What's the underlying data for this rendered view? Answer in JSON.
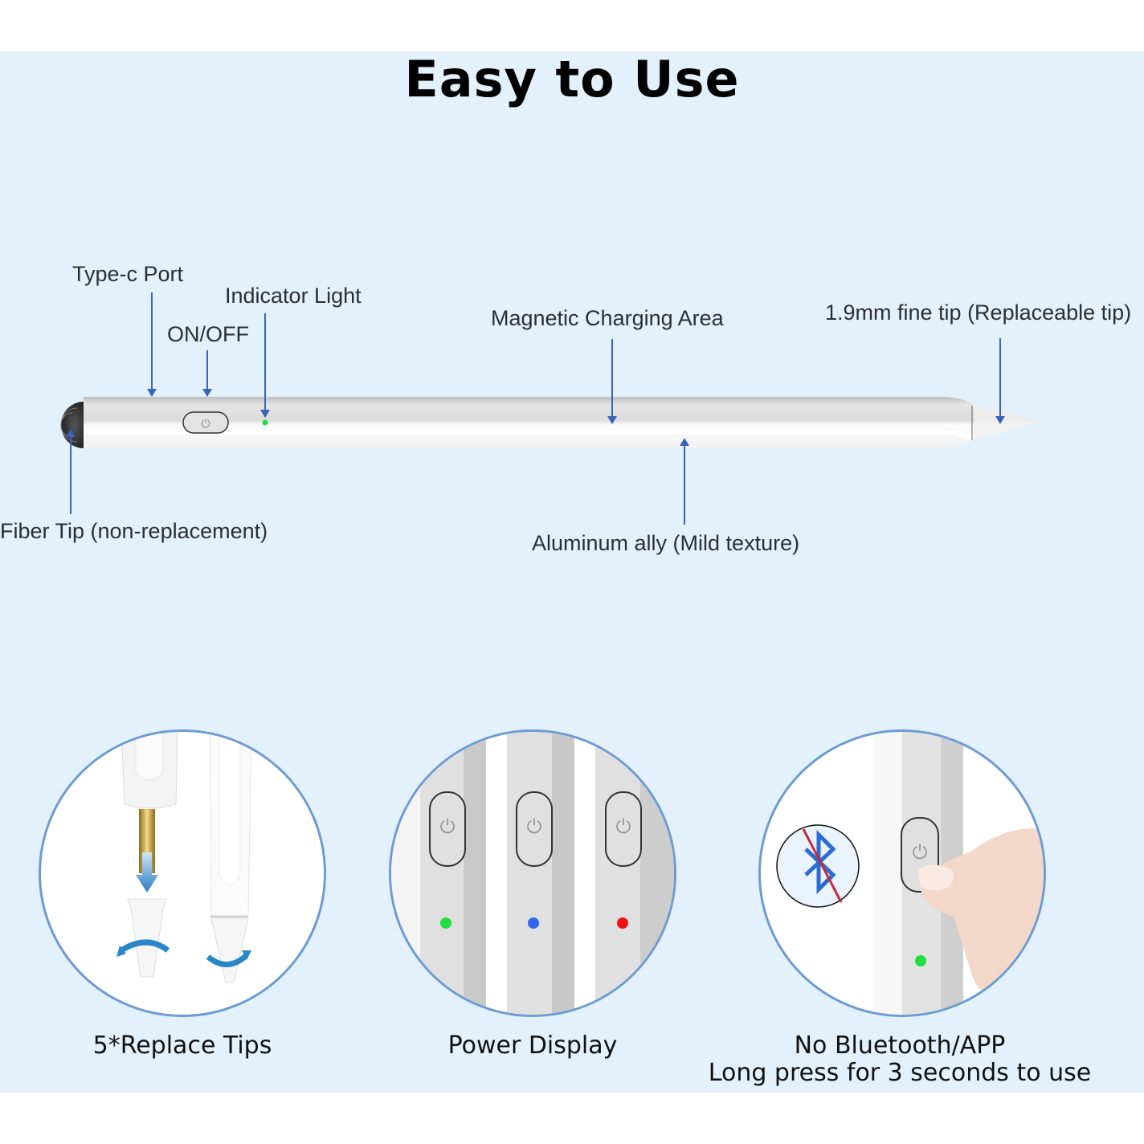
{
  "title": "Easy to Use",
  "colors": {
    "background_panel": "#e2f1fc",
    "arrow": "#3b63b8",
    "circle_border": "#6e9bd3",
    "led_green": "#22dd44",
    "led_blue": "#3366ee",
    "led_red": "#ee1111"
  },
  "pen_labels": {
    "type_c_port": "Type-c Port",
    "indicator_light": "Indicator Light",
    "on_off": "ON/OFF",
    "magnetic_charging_area": "Magnetic Charging Area",
    "fine_tip": "1.9mm fine tip (Replaceable tip)",
    "fiber_tip": "Fiber Tip (non-replacement)",
    "aluminum_alloy": "Aluminum ally (Mild texture)"
  },
  "features": [
    {
      "caption": "5*Replace Tips"
    },
    {
      "caption": "Power Display",
      "led_colors": [
        "green",
        "blue",
        "red"
      ]
    },
    {
      "caption": "No Bluetooth/APP",
      "caption_line2": "Long press for 3 seconds to use"
    }
  ],
  "icons": {
    "power": "⏻",
    "bluetooth": "bluetooth-disabled"
  }
}
